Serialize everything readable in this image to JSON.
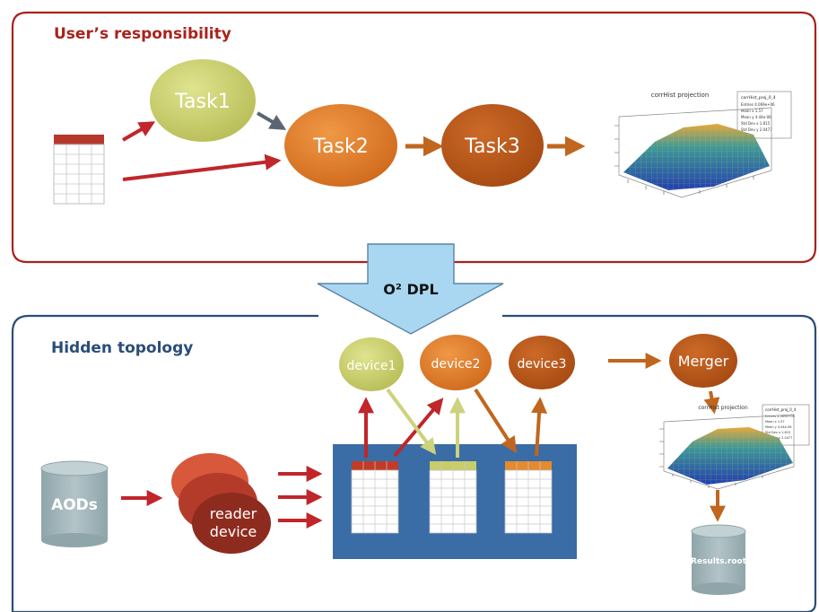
{
  "top_panel": {
    "title": "User’s responsibility",
    "task1": "Task1",
    "task2": "Task2",
    "task3": "Task3",
    "plot_title": "corrHist projection",
    "plot_stats_header": "corrHist_proj_0_4",
    "plot_stats": [
      "Entries   4.069e+06",
      "Mean x    1.57",
      "Mean y    4.44e-06",
      "Std Dev x 1.815",
      "Std Dev y 2.0477"
    ]
  },
  "transform": {
    "label": "O² DPL"
  },
  "bottom_panel": {
    "title": "Hidden topology",
    "aods": "AODs",
    "reader_line1": "reader",
    "reader_line2": "device",
    "device1": "device1",
    "device2": "device2",
    "device3": "device3",
    "merger": "Merger",
    "results": "Results.root",
    "plot_title": "corrHist projection",
    "plot_stats_header": "corrHist_proj_0_4",
    "plot_stats": [
      "Entries   4.069e+06",
      "Mean x    1.57",
      "Mean y    4.44e-06",
      "Std Dev x 1.815",
      "Std Dev y 2.0477"
    ]
  },
  "colors": {
    "red_title": "#a8231c",
    "blue_title": "#2a4d78",
    "task1": "#c8cd6a",
    "task2": "#e07b2a",
    "task3": "#b9571a",
    "arrow_red": "#c0262a",
    "arrow_orange": "#c0661e",
    "arrow_gray": "#5b6573",
    "arrow_green": "#cdd27c",
    "big_arrow": "#a9d7f2",
    "blue_board": "#3a6ca6",
    "cylinder": "#9fb3b8"
  }
}
